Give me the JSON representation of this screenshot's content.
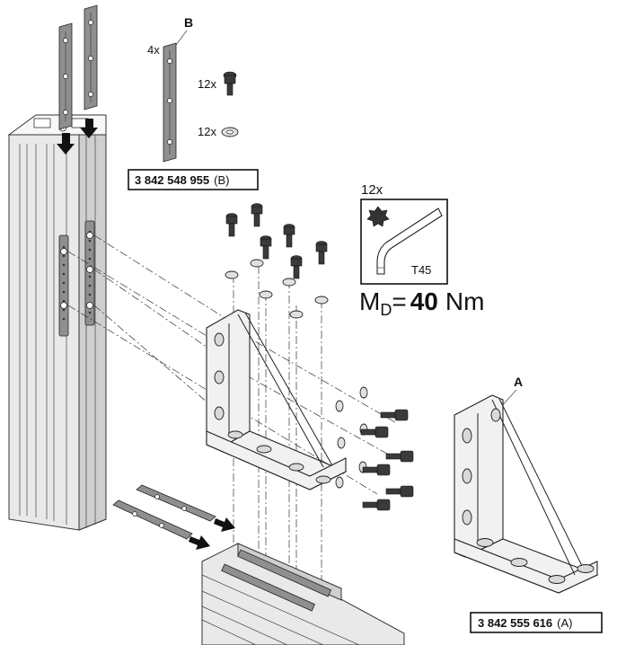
{
  "parts": {
    "B": {
      "letter": "B",
      "qty": "4x",
      "part_number": "3 842 548 955",
      "suffix": "(B)"
    },
    "A": {
      "letter": "A",
      "part_number": "3 842 555 616",
      "suffix": "(A)"
    }
  },
  "fasteners": {
    "screw_qty": "12x",
    "washer_qty": "12x"
  },
  "tool": {
    "qty": "12x",
    "label": "T45",
    "icon": "torx-key-icon"
  },
  "torque": {
    "symbol": "M",
    "subscript": "D",
    "equals": "=",
    "value": "40",
    "unit": "Nm"
  }
}
